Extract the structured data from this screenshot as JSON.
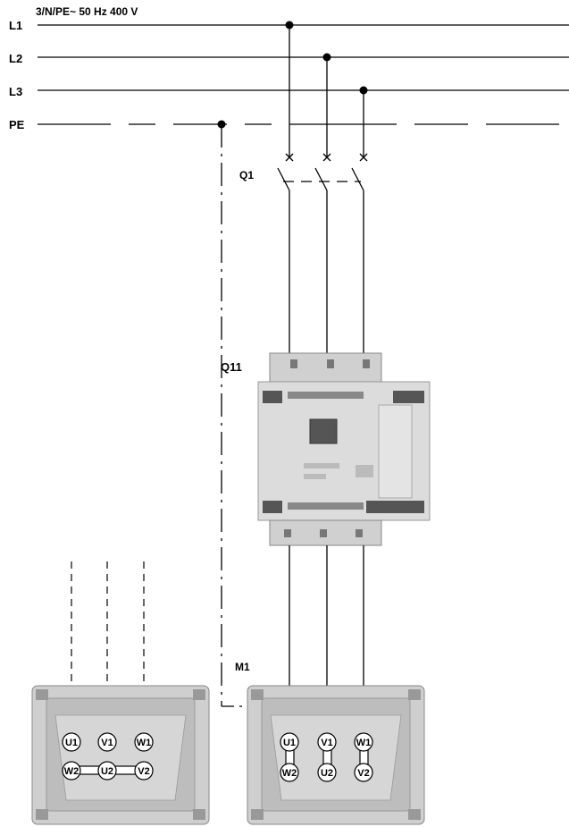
{
  "supply": {
    "spec": "3/N/PE~ 50 Hz 400 V",
    "lines": [
      "L1",
      "L2",
      "L3",
      "PE"
    ]
  },
  "devices": {
    "breaker": "Q1",
    "soft_starter": "Q11",
    "motor": "M1"
  },
  "motor_boxes": [
    {
      "top": [
        "U1",
        "V1",
        "W1"
      ],
      "bottom": [
        "W2",
        "U2",
        "V2"
      ]
    },
    {
      "top": [
        "U1",
        "V1",
        "W1"
      ],
      "bottom": [
        "W2",
        "U2",
        "V2"
      ]
    }
  ],
  "colors": {
    "line": "#000000",
    "device_body": "#d9d9d9",
    "device_dark": "#9a9a9a",
    "box": "#c8c8c8"
  }
}
